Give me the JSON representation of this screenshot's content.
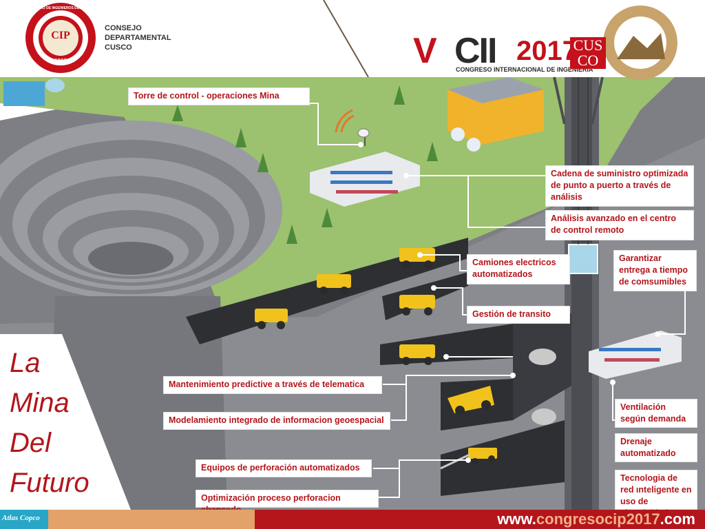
{
  "header": {
    "org_lines": [
      "CONSEJO",
      "DEPARTAMENTAL",
      "CUSCO"
    ],
    "seal_text": "COLEGIO DE INGENIEROS DEL PERÚ",
    "seal_year": "1962",
    "event_v": "V",
    "event_cii": "CII",
    "event_year": "2017",
    "event_subtitle": "CONGRESO INTERNACIONAL DE INGENIERÍA",
    "event_city_1": "CUS",
    "event_city_2": "CO"
  },
  "title_lines": [
    "La",
    "Mina",
    "Del",
    "Futuro"
  ],
  "labels": {
    "torre": "Torre de control  - operaciones Mina",
    "cadena": "Cadena de suministro optimizada de punto a puerto a través de análisis",
    "analisis": "Análisis avanzado en el centro de control remoto",
    "camiones": "Camiones electricos automatizados",
    "garantizar": "Garantizar entrega a tiempo de comsumibles",
    "gestion": "Gestión de transito",
    "mantenimiento": "Mantenimiento predictive a través de telematica",
    "modelamiento": "Modelamiento integrado de informacion geoespacial",
    "ventilacion": "Ventilación según demanda",
    "drenaje": "Drenaje automatizado",
    "tecnologia": "Tecnologia de red ınteligente en uso de electricidad",
    "equipos": "Equipos de perforación automatizados",
    "optimizacion": "Optimización proceso perforacion chancado"
  },
  "footer": {
    "brand": "Atlas Copco",
    "web_pre": "www.",
    "web_mid": "congresocip2017",
    "web_post": ".com"
  },
  "colors": {
    "accent": "#b3151b",
    "grass": "#9cc16f",
    "rock": "#7d7f84",
    "tunnel": "#2e2f33",
    "truck": "#f1c21b"
  }
}
